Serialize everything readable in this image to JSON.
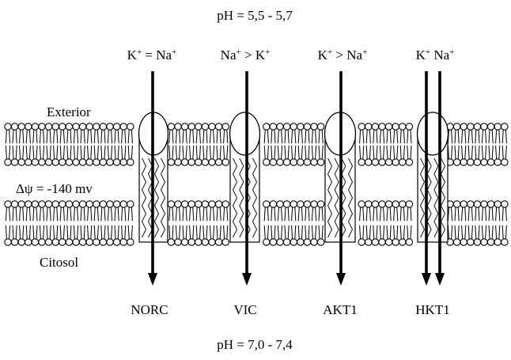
{
  "ph_top": "pH = 5,5 - 5,7",
  "ph_bottom": "pH = 7,0 - 7,4",
  "exterior_label": "Exterior",
  "cytosol_label": "Citosol",
  "potential_label": "Δψ = -140 mv",
  "channels": [
    {
      "name": "NORC",
      "selectivity": [
        {
          "ion": "K",
          "charge": "+"
        },
        {
          "text": " = "
        },
        {
          "ion": "Na",
          "charge": "+"
        }
      ]
    },
    {
      "name": "VIC",
      "selectivity": [
        {
          "ion": "Na",
          "charge": "+"
        },
        {
          "text": " > "
        },
        {
          "ion": "K",
          "charge": "+"
        }
      ]
    },
    {
      "name": "AKT1",
      "selectivity": [
        {
          "ion": "K",
          "charge": "+"
        },
        {
          "text": " > "
        },
        {
          "ion": "Na",
          "charge": "+"
        }
      ]
    },
    {
      "name": "HKT1",
      "selectivity": [
        {
          "ion": "K",
          "charge": "+"
        },
        {
          "text": " "
        },
        {
          "ion": "Na",
          "charge": "+"
        }
      ]
    }
  ]
}
